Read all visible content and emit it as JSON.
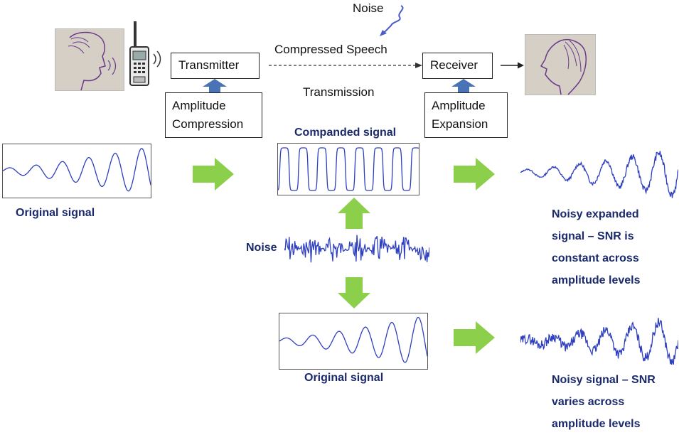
{
  "top": {
    "noise_label": "Noise",
    "compressed_speech_label": "Compressed Speech",
    "transmission_label": "Transmission",
    "transmitter_label": "Transmitter",
    "receiver_label": "Receiver",
    "amp_compression_line1": "Amplitude",
    "amp_compression_line2": "Compression",
    "amp_expansion_line1": "Amplitude",
    "amp_expansion_line2": "Expansion"
  },
  "signals": {
    "original_signal_label_top": "Original signal",
    "companded_signal_label": "Companded signal",
    "noise_label_mid": "Noise",
    "noisy_expanded_label": [
      "Noisy expanded",
      "signal – SNR is",
      "constant across",
      "amplitude levels"
    ],
    "original_signal_label_bottom": "Original signal",
    "noisy_signal_label": [
      "Noisy signal – SNR",
      "varies across",
      "amplitude levels"
    ]
  },
  "colors": {
    "signal_blue": "#2e3fbf",
    "label_navy": "#1a2a6c",
    "arrow_green": "#8ccf4a",
    "arrow_blue": "#4a73b5"
  },
  "icons": [
    "speaker-face-icon",
    "walkie-talkie-icon",
    "listener-face-icon",
    "noise-squiggle-icon"
  ]
}
